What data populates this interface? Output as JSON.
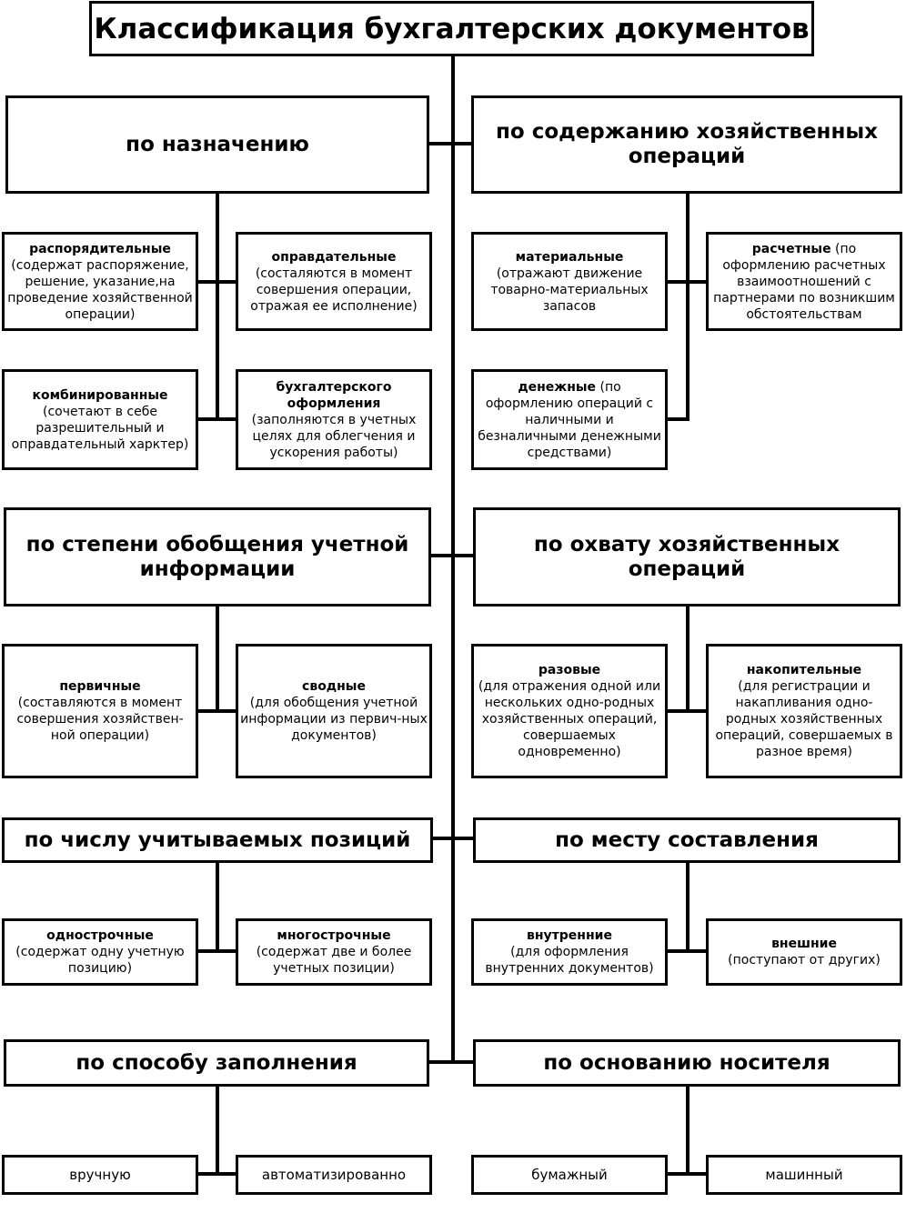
{
  "title": "Классификация бухгалтерских документов",
  "groups": {
    "purpose": {
      "label": "по назначению",
      "items": {
        "order": {
          "name": "распорядительные",
          "desc": "(содержат распоряжение, решение, указание,на проведение хозяйственной операции)"
        },
        "justify": {
          "name": "оправдательные",
          "desc": "(состаляются в момент совершения операции, отражая ее исполнение)"
        },
        "combined": {
          "name": "комбинированные",
          "desc": "(сочетают в себе разрешительный и оправдательный харктер)"
        },
        "accounting": {
          "name": "бухгалтерского оформления",
          "desc": "(заполняются в учетных целях для облегчения и ускорения работы)"
        }
      }
    },
    "content": {
      "label": "по содержанию хозяйственных операций",
      "items": {
        "material": {
          "name": "материальные",
          "desc": "(отражают движение товарно-материальных запасов"
        },
        "settlement": {
          "name": "расчетные",
          "desc": "(по оформлению расчетных взаимоотношений с партнерами по возникшим обстоятельствам"
        },
        "monetary": {
          "name": "денежные",
          "desc": "(по оформлению операций с наличными и безналичными денежными средствами)"
        }
      }
    },
    "generalization": {
      "label": "по степени обобщения учетной информации",
      "items": {
        "primary": {
          "name": "первичные",
          "desc": "(составляются в момент совершения хозяйствен-ной операции)"
        },
        "summary": {
          "name": "сводные",
          "desc": "(для обобщения учетной информации из первич-ных документов)"
        }
      }
    },
    "coverage": {
      "label": "по охвату хозяйственных операций",
      "items": {
        "single": {
          "name": "разовые",
          "desc": "(для отражения одной или нескольких одно-родных хозяйственных операций, совершаемых одновременно)"
        },
        "cumulative": {
          "name": "накопительные",
          "desc": "(для регистрации и накапливания одно-родных хозяйственных операций, совершаемых в разное время)"
        }
      }
    },
    "positions": {
      "label": "по числу учитываемых позиций",
      "items": {
        "single_line": {
          "name": "однострочные",
          "desc": "(содержат одну учетную позицию)"
        },
        "multi_line": {
          "name": "многострочные",
          "desc": "(содержат две и более учетных позиции)"
        }
      }
    },
    "place": {
      "label": "по месту составления",
      "items": {
        "internal": {
          "name": "внутренние",
          "desc": "(для оформления внутренних документов)"
        },
        "external": {
          "name": "внешние",
          "desc": "(поступают от других)"
        }
      }
    },
    "filling": {
      "label": "по способу заполнения",
      "items": {
        "manual": "вручную",
        "automated": "автоматизированно"
      }
    },
    "carrier": {
      "label": "по основанию носителя",
      "items": {
        "paper": "бумажный",
        "machine": "машинный"
      }
    }
  }
}
